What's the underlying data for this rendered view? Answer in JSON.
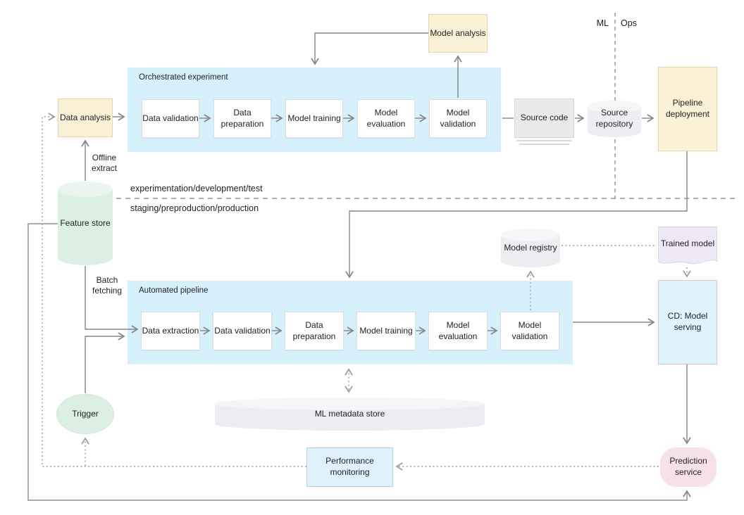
{
  "zones": {
    "top": "experimentation/development/test",
    "bottom": "staging/preproduction/production"
  },
  "divider": {
    "ml": "ML",
    "ops": "Ops"
  },
  "containers": {
    "orchestrated": {
      "label": "Orchestrated experiment",
      "steps": [
        "Data validation",
        "Data preparation",
        "Model training",
        "Model evaluation",
        "Model validation"
      ]
    },
    "automated": {
      "label": "Automated pipeline",
      "steps": [
        "Data extraction",
        "Data validation",
        "Data preparation",
        "Model training",
        "Model evaluation",
        "Model validation"
      ]
    }
  },
  "nodes": {
    "data_analysis": "Data analysis",
    "model_analysis": "Model analysis",
    "source_code": "Source code",
    "source_repository": "Source repository",
    "pipeline_deployment": "Pipeline deployment",
    "feature_store": "Feature store",
    "trigger": "Trigger",
    "model_registry": "Model registry",
    "trained_model": "Trained model",
    "cd_model_serving": "CD: Model serving",
    "ml_metadata_store": "ML metadata store",
    "performance_monitoring": "Performance monitoring",
    "prediction_service": "Prediction service"
  },
  "edge_labels": {
    "offline_extract": "Offline extract",
    "batch_fetching": "Batch fetching"
  },
  "colors": {
    "container_blue": "#d7f1fc",
    "note_yellow": "#faf1d6",
    "mint_green": "#dcefe5",
    "storage_gray": "#edeef1",
    "lavender": "#efe9f7",
    "serving_blue": "#e0f4fd",
    "monitoring_blue": "#dff2fc",
    "prediction_pink": "#f8e2ea",
    "line_gray": "#868686"
  }
}
